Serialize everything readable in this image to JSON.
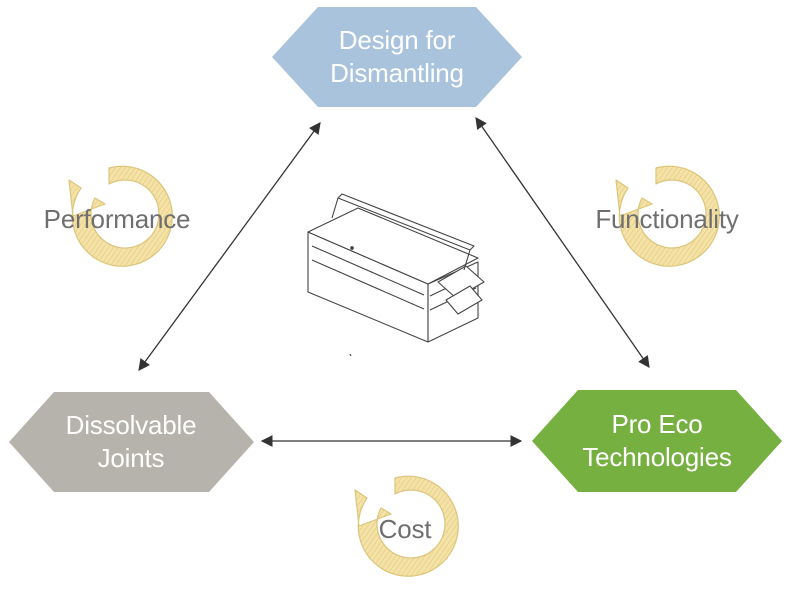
{
  "nodes": {
    "top": {
      "line1": "Design for",
      "line2": "Dismantling",
      "color": "#a9c3dd"
    },
    "left": {
      "line1": "Dissolvable",
      "line2": "Joints",
      "color": "#b6b3ac"
    },
    "right": {
      "line1": "Pro Eco",
      "line2": "Technologies",
      "color": "#76b041"
    }
  },
  "cycles": {
    "left": {
      "label": "Performance"
    },
    "right": {
      "label": "Functionality"
    },
    "bottom": {
      "label": "Cost"
    }
  },
  "colors": {
    "cycle_arrow": "#f1dc9a",
    "cycle_arrow_stroke": "#dcc57a",
    "connector": "#333333",
    "label_text": "#6f6f6f"
  },
  "illustration": "toolbox-icon"
}
